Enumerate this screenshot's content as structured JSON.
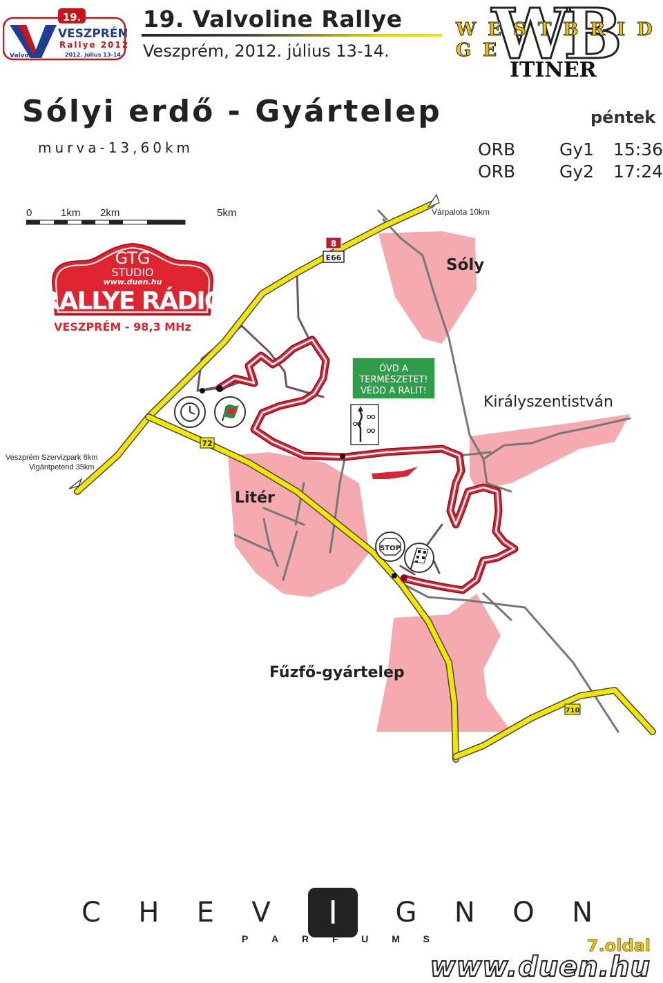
{
  "header": {
    "event_title": "19. Valvoline Rallye",
    "event_place_date": "Veszprém, 2012. július 13-14.",
    "logo": {
      "number": "19.",
      "city": "VESZPRÉM",
      "rallye": "Rallye 2012",
      "dates": "2012. július 13-14.",
      "brand": "Valvoline"
    },
    "itiner_logo": {
      "letters": "W E S T  B R I D G E",
      "word": "ITINER"
    }
  },
  "stage": {
    "title": "Sólyi erdő - Gyártelep",
    "surface": "murva-13,60km",
    "day": "péntek",
    "schedule": [
      {
        "code": "ORB",
        "run": "Gy1",
        "time": "15:36"
      },
      {
        "code": "ORB",
        "run": "Gy2",
        "time": "17:24"
      }
    ]
  },
  "scale": {
    "labels": [
      "0",
      "1km",
      "2km",
      "5km"
    ]
  },
  "map": {
    "directions": {
      "north": "Várpalota 10km",
      "west_line1": "Veszprém Szervizpark 8km",
      "west_line2": "Vigántpetend 35km"
    },
    "road_signs": {
      "road_8": "8",
      "road_e66": "E66",
      "road_72": "72",
      "road_710": "710"
    },
    "towns": {
      "soly": "Sóly",
      "kiralyszentistvan": "Királyszentistván",
      "liter": "Litér",
      "fuzfo": "Fűzfő-gyártelep"
    },
    "nature_sign": [
      "ÓVD A",
      "TERMÉSZETET!",
      "VÉDD A RALIT!"
    ],
    "stop_sign": "STOP",
    "radio_ad": {
      "brand": "GTG",
      "studio": "STUDIO",
      "url": "www.duen.hu",
      "name": "RALLYE RÁDIÓ",
      "freq": "VESZPRÉM - 98,3 MHz"
    },
    "colors": {
      "main_road": "#f2e500",
      "stage_route": "#cc1f2e",
      "town_area": "#f4aaaf",
      "minor_road": "#6e5560"
    }
  },
  "footer": {
    "sponsor_letters": [
      "C",
      "H",
      "E",
      "V",
      "I",
      "G",
      "N",
      "O",
      "N"
    ],
    "sponsor_sub": [
      "P",
      "A",
      "R",
      "F",
      "U",
      "M",
      "S"
    ],
    "page": "7.oldal",
    "site": "www.duen.hu"
  }
}
